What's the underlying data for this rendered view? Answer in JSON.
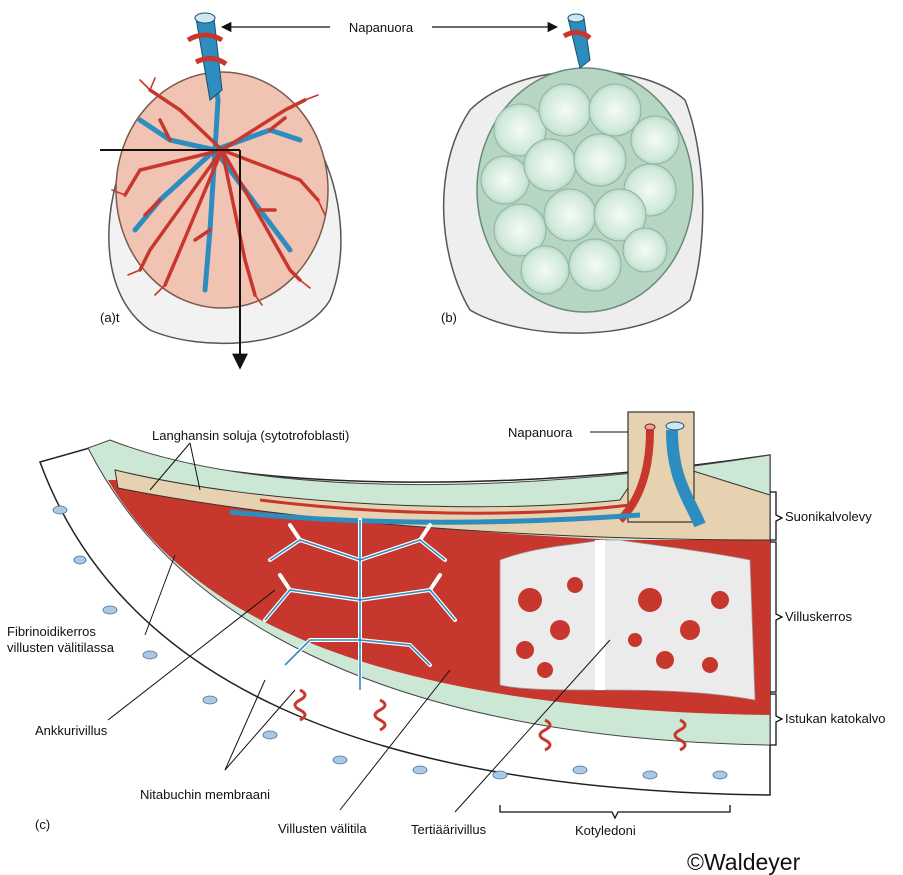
{
  "panel_labels": {
    "a": "(a)t",
    "b": "(b)",
    "c": "(c)"
  },
  "labels": {
    "napanuora_top": "Napanuora",
    "langhans": "Langhansin soluja (sytotrofoblasti)",
    "napanuora_c": "Napanuora",
    "suonikalvolevy": "Suonikalvolevy",
    "villuskerros": "Villuskerros",
    "istukan_katokalvo": "Istukan katokalvo",
    "fibrinoidi_line1": "Fibrinoidikerros",
    "fibrinoidi_line2": "villusten välitilassa",
    "ankkurivillus": "Ankkurivillus",
    "nitabuch": "Nitabuchin membraani",
    "villusten_valitila": "Villusten välitila",
    "tertiaarivillus": "Tertiäärivillus",
    "kotyledoni": "Kotyledoni"
  },
  "copyright": "©Waldeyer",
  "colors": {
    "artery_red": "#c8372d",
    "vein_blue": "#2d8dbf",
    "placenta_pink": "#f1c3b2",
    "decidua_green": "#cde7d5",
    "chorion_tan": "#e6d2b0",
    "membrane_gray": "#ebebeb",
    "cotyledon_green": "#cfe8da"
  },
  "icons": {
    "arrow": "arrow-icon"
  }
}
